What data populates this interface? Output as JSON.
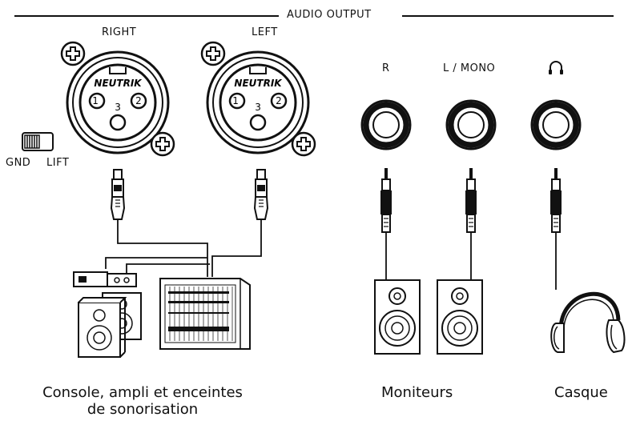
{
  "header": {
    "title": "AUDIO OUTPUT"
  },
  "xlr": {
    "right_label": "RIGHT",
    "left_label": "LEFT",
    "brand": "NEUTRIK",
    "pins": [
      "1",
      "2",
      "3"
    ]
  },
  "ground_switch": {
    "gnd_label": "GND",
    "lift_label": "LIFT"
  },
  "jacks": {
    "r_label": "R",
    "lmono_label": "L / MONO",
    "headphone_icon": "headphones-icon"
  },
  "captions": {
    "pa_line1": "Console, ampli et enceintes",
    "pa_line2": "de sonorisation",
    "monitors": "Moniteurs",
    "headphones": "Casque"
  }
}
